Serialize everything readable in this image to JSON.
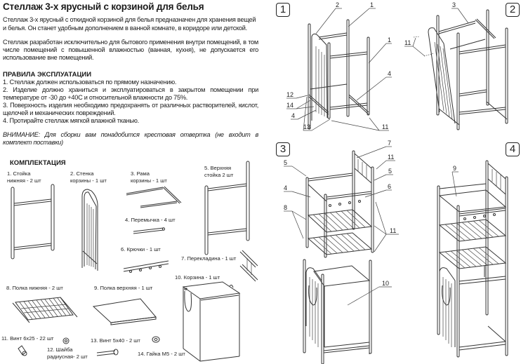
{
  "document": {
    "title": "Стеллаж 3-х ярусный с корзиной для белья",
    "intro": "Стеллаж 3-х ярусный с откидной корзиной для белья предназначен для хранения вещей и белья. Он станет удобным дополнением в ванной комнате, в коридоре или детской.",
    "usage_note": "Стеллаж разработан исключительно для бытового применения внутри помещений, в том числе помещений с повышенной влажностью (ванная, кухня), не допускается его использование вне помещений.",
    "rules_heading": "ПРАВИЛА ЭКСПЛУАТАЦИИ",
    "rules": [
      "1. Стеллаж должен использоваться по прямому назначению.",
      "2. Изделие должно храниться и эксплуатироваться в закрытом помещении при температуре от -30 до +40С и относительной влажности до 75%.",
      "3. Поверхность изделия необходимо предохранять от различных растворителей, кислот, щелочей и механических повреждений.",
      "4. Протирайте стеллаж мягкой влажной тканью."
    ],
    "warning": "ВНИМАНИЕ: Для сборки вам понадобится крестовая отвертка (не входит в комплект поставки)",
    "kit_heading": "КОМПЛЕКТАЦИЯ"
  },
  "parts": {
    "p1": {
      "line1": "1. Стойка",
      "line2": "нижняя - 2 шт"
    },
    "p2": {
      "line1": "2. Стенка",
      "line2": "корзины - 1 шт"
    },
    "p3": {
      "line1": "3. Рама",
      "line2": "корзины - 1 шт"
    },
    "p4": {
      "text": "4. Перемычка - 4 шт"
    },
    "p5": {
      "line1": "5. Верхняя",
      "line2": "стойка 2 шт"
    },
    "p6": {
      "text": "6. Крючки - 1 шт"
    },
    "p7": {
      "text": "7. Перекладина - 1 шт"
    },
    "p8": {
      "text": "8. Полка нижняя - 2 шт"
    },
    "p9": {
      "text": "9. Полка верхняя - 1 шт"
    },
    "p10": {
      "text": "10. Корзина - 1 шт"
    },
    "p11": {
      "text": "11. Винт 6х25 - 22 шт"
    },
    "p12": {
      "line1": "12. Шайба",
      "line2": "радиусная- 2 шт"
    },
    "p13": {
      "text": "13. Винт 5х40 - 2 шт"
    },
    "p14": {
      "text": "14. Гайка М5 - 2 шт"
    }
  },
  "steps": [
    {
      "number": "1",
      "callouts": [
        "2",
        "1",
        "1",
        "4",
        "12",
        "14",
        "4",
        "13",
        "11"
      ]
    },
    {
      "number": "2",
      "callouts": [
        "3",
        "11"
      ]
    },
    {
      "number": "3",
      "callouts": [
        "7",
        "11",
        "5",
        "5",
        "6",
        "4",
        "8",
        "11",
        "10"
      ]
    },
    {
      "number": "4",
      "callouts": [
        "9"
      ]
    }
  ]
}
